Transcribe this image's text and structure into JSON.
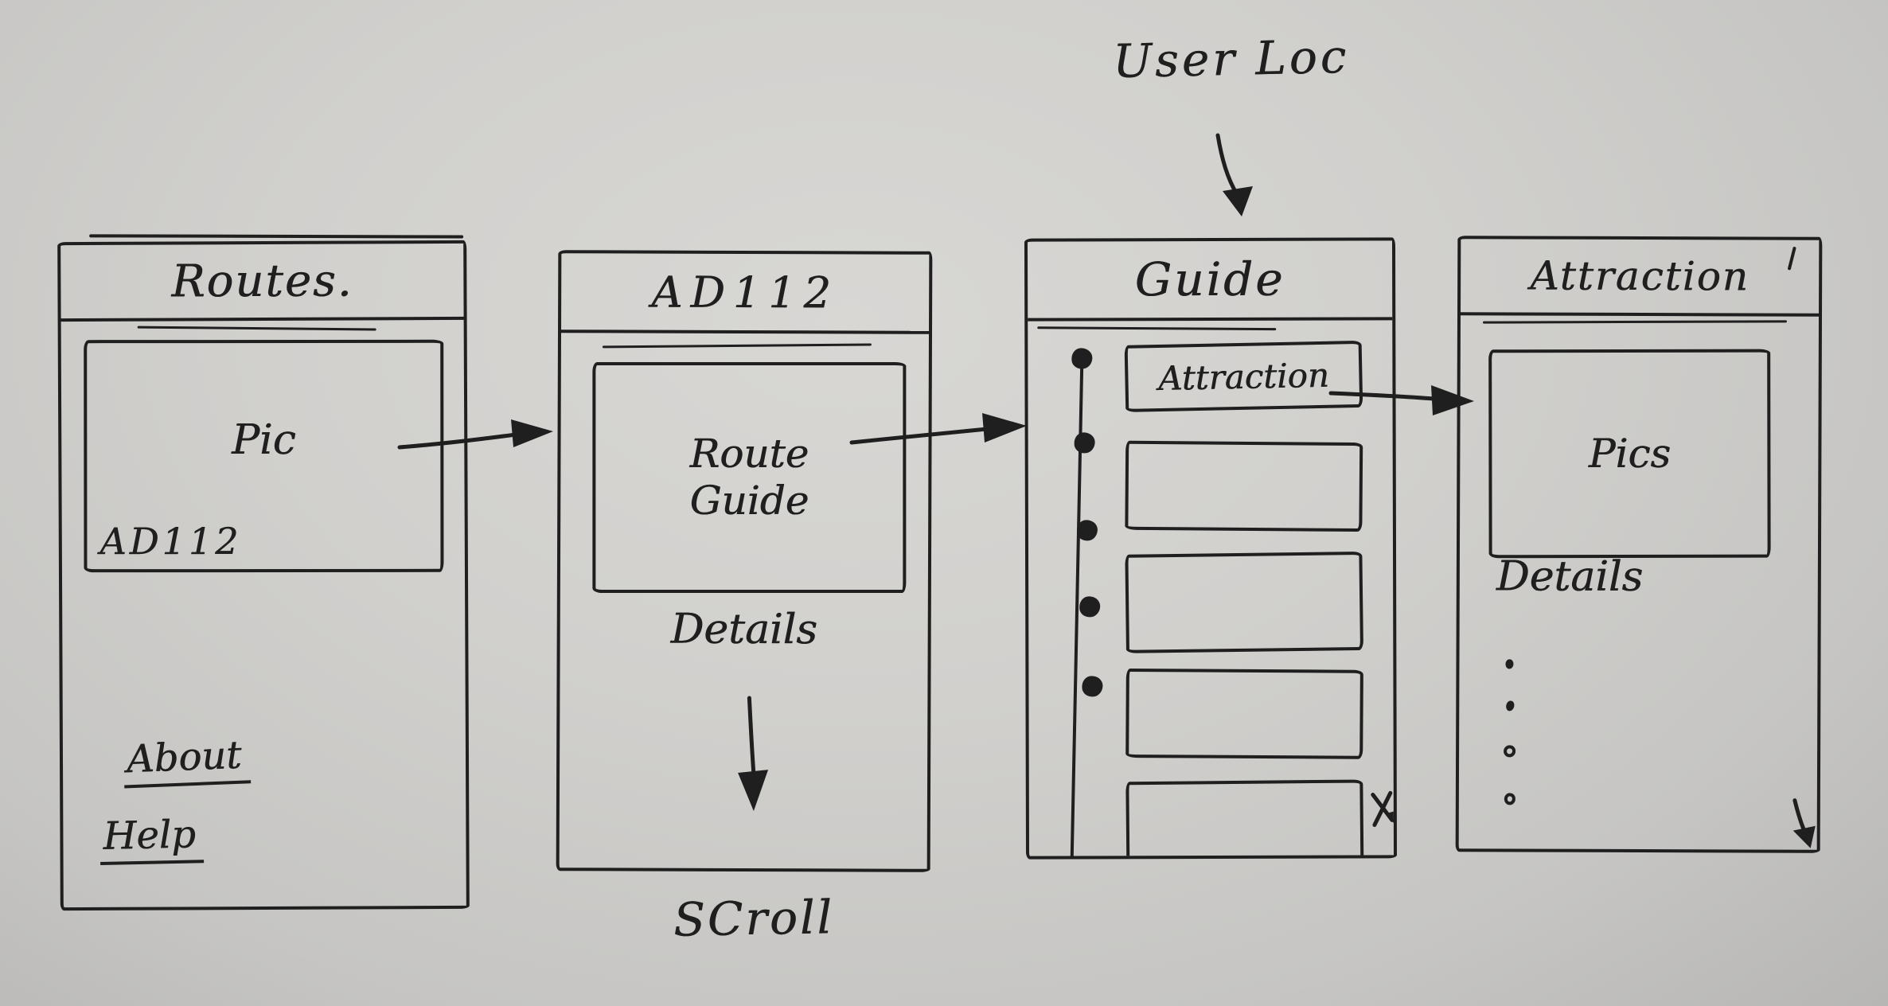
{
  "colors": {
    "paper": "#cfcecb",
    "ink": "#1f1f1f"
  },
  "annotation": {
    "user_location_label": "User Loc"
  },
  "screens": {
    "routes": {
      "title": "Routes.",
      "card": {
        "label": "Pic",
        "caption": "AD112"
      },
      "links": [
        {
          "label": "About"
        },
        {
          "label": "Help"
        }
      ]
    },
    "route_detail": {
      "title": "AD112",
      "card": {
        "label": "Route Guide"
      },
      "body": "Details",
      "scroll_note": "SCroll"
    },
    "guide": {
      "title": "Guide",
      "items": [
        {
          "label": "Attraction"
        },
        {
          "label": ""
        },
        {
          "label": ""
        },
        {
          "label": ""
        },
        {
          "label": ""
        }
      ],
      "timeline_stops": 5
    },
    "attraction": {
      "title": "Attraction",
      "card": {
        "label": "Pics"
      },
      "body": "Details",
      "bullet_count": 4
    }
  }
}
